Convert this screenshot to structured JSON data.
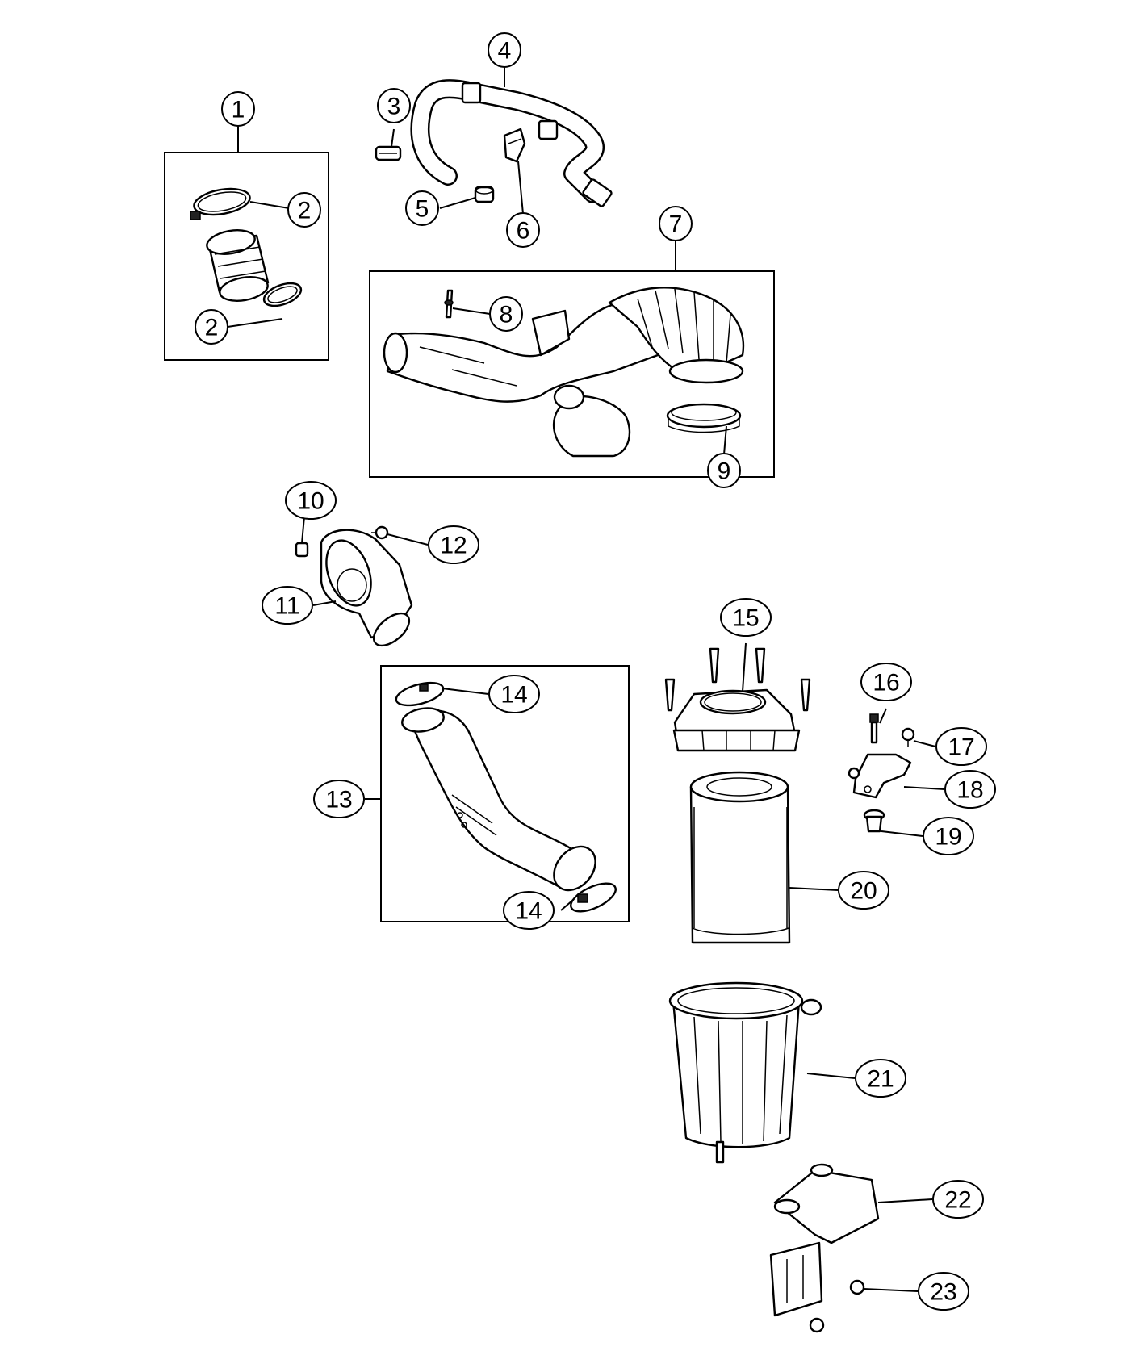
{
  "diagram": {
    "callouts": [
      {
        "id": "c1",
        "label": "1"
      },
      {
        "id": "c2a",
        "label": "2"
      },
      {
        "id": "c2b",
        "label": "2"
      },
      {
        "id": "c3",
        "label": "3"
      },
      {
        "id": "c4",
        "label": "4"
      },
      {
        "id": "c5",
        "label": "5"
      },
      {
        "id": "c6",
        "label": "6"
      },
      {
        "id": "c7",
        "label": "7"
      },
      {
        "id": "c8",
        "label": "8"
      },
      {
        "id": "c9",
        "label": "9"
      },
      {
        "id": "c10",
        "label": "10"
      },
      {
        "id": "c11",
        "label": "11"
      },
      {
        "id": "c12",
        "label": "12"
      },
      {
        "id": "c13",
        "label": "13"
      },
      {
        "id": "c14a",
        "label": "14"
      },
      {
        "id": "c14b",
        "label": "14"
      },
      {
        "id": "c15",
        "label": "15"
      },
      {
        "id": "c16",
        "label": "16"
      },
      {
        "id": "c17",
        "label": "17"
      },
      {
        "id": "c18",
        "label": "18"
      },
      {
        "id": "c19",
        "label": "19"
      },
      {
        "id": "c20",
        "label": "20"
      },
      {
        "id": "c21",
        "label": "21"
      },
      {
        "id": "c22",
        "label": "22"
      },
      {
        "id": "c23",
        "label": "23"
      }
    ]
  }
}
